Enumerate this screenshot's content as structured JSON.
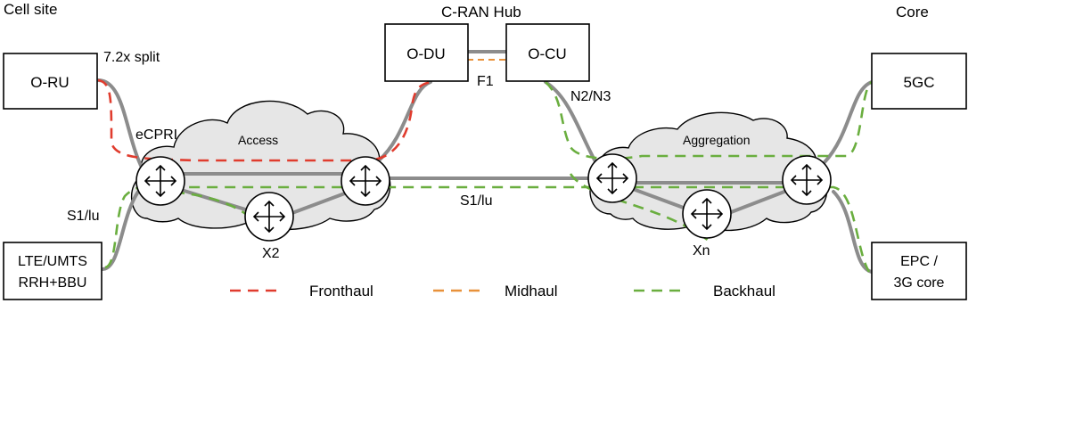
{
  "sites": {
    "cell_site": "Cell site",
    "cran_hub": "C-RAN Hub",
    "core": "Core"
  },
  "nodes": {
    "o_ru": "O-RU",
    "o_du": "O-DU",
    "o_cu": "O-CU",
    "fivegc": "5GC",
    "lte_line1": "LTE/UMTS",
    "lte_line2": "RRH+BBU",
    "epc_line1": "EPC /",
    "epc_line2": "3G core"
  },
  "clouds": {
    "access": "Access",
    "aggregation": "Aggregation"
  },
  "interfaces": {
    "split": "7.2x split",
    "ecpri": "eCPRI",
    "f1": "F1",
    "n2n3": "N2/N3",
    "s1lu_left": "S1/lu",
    "s1lu_mid": "S1/lu",
    "x2": "X2",
    "xn": "Xn"
  },
  "legend": {
    "fronthaul": "Fronthaul",
    "midhaul": "Midhaul",
    "backhaul": "Backhaul"
  },
  "colors": {
    "fronthaul": "#e03c2e",
    "midhaul": "#e8913a",
    "backhaul": "#6aae3f",
    "link": "#8c8c8c",
    "cloud": "#e6e6e6"
  }
}
